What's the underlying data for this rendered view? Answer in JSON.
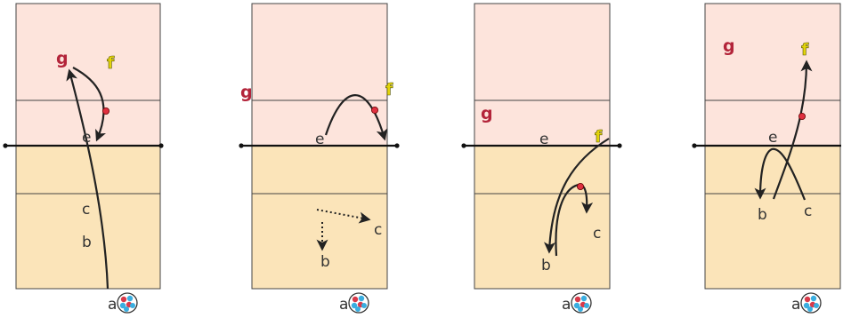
{
  "colors": {
    "upper_zone": "#fde4dc",
    "lower_zone": "#fbe4b9",
    "border": "#444444",
    "net_line": "#111111",
    "arrow": "#222222",
    "g_label": "#b3243a",
    "f_label": "#e3d40a",
    "dot": "#e03040",
    "ball_blue": "#3aaee0",
    "ball_red": "#d83a4a"
  },
  "panels": [
    {
      "labels": {
        "a": "a",
        "b": "b",
        "c": "c",
        "e": "e",
        "f": "f",
        "g": "g"
      }
    },
    {
      "labels": {
        "a": "a",
        "b": "b",
        "c": "c",
        "e": "e",
        "f": "f",
        "g": "g"
      }
    },
    {
      "labels": {
        "a": "a",
        "b": "b",
        "c": "c",
        "e": "e",
        "f": "f",
        "g": "g"
      }
    },
    {
      "labels": {
        "a": "a",
        "b": "b",
        "c": "c",
        "e": "e",
        "f": "f",
        "g": "g"
      }
    }
  ]
}
